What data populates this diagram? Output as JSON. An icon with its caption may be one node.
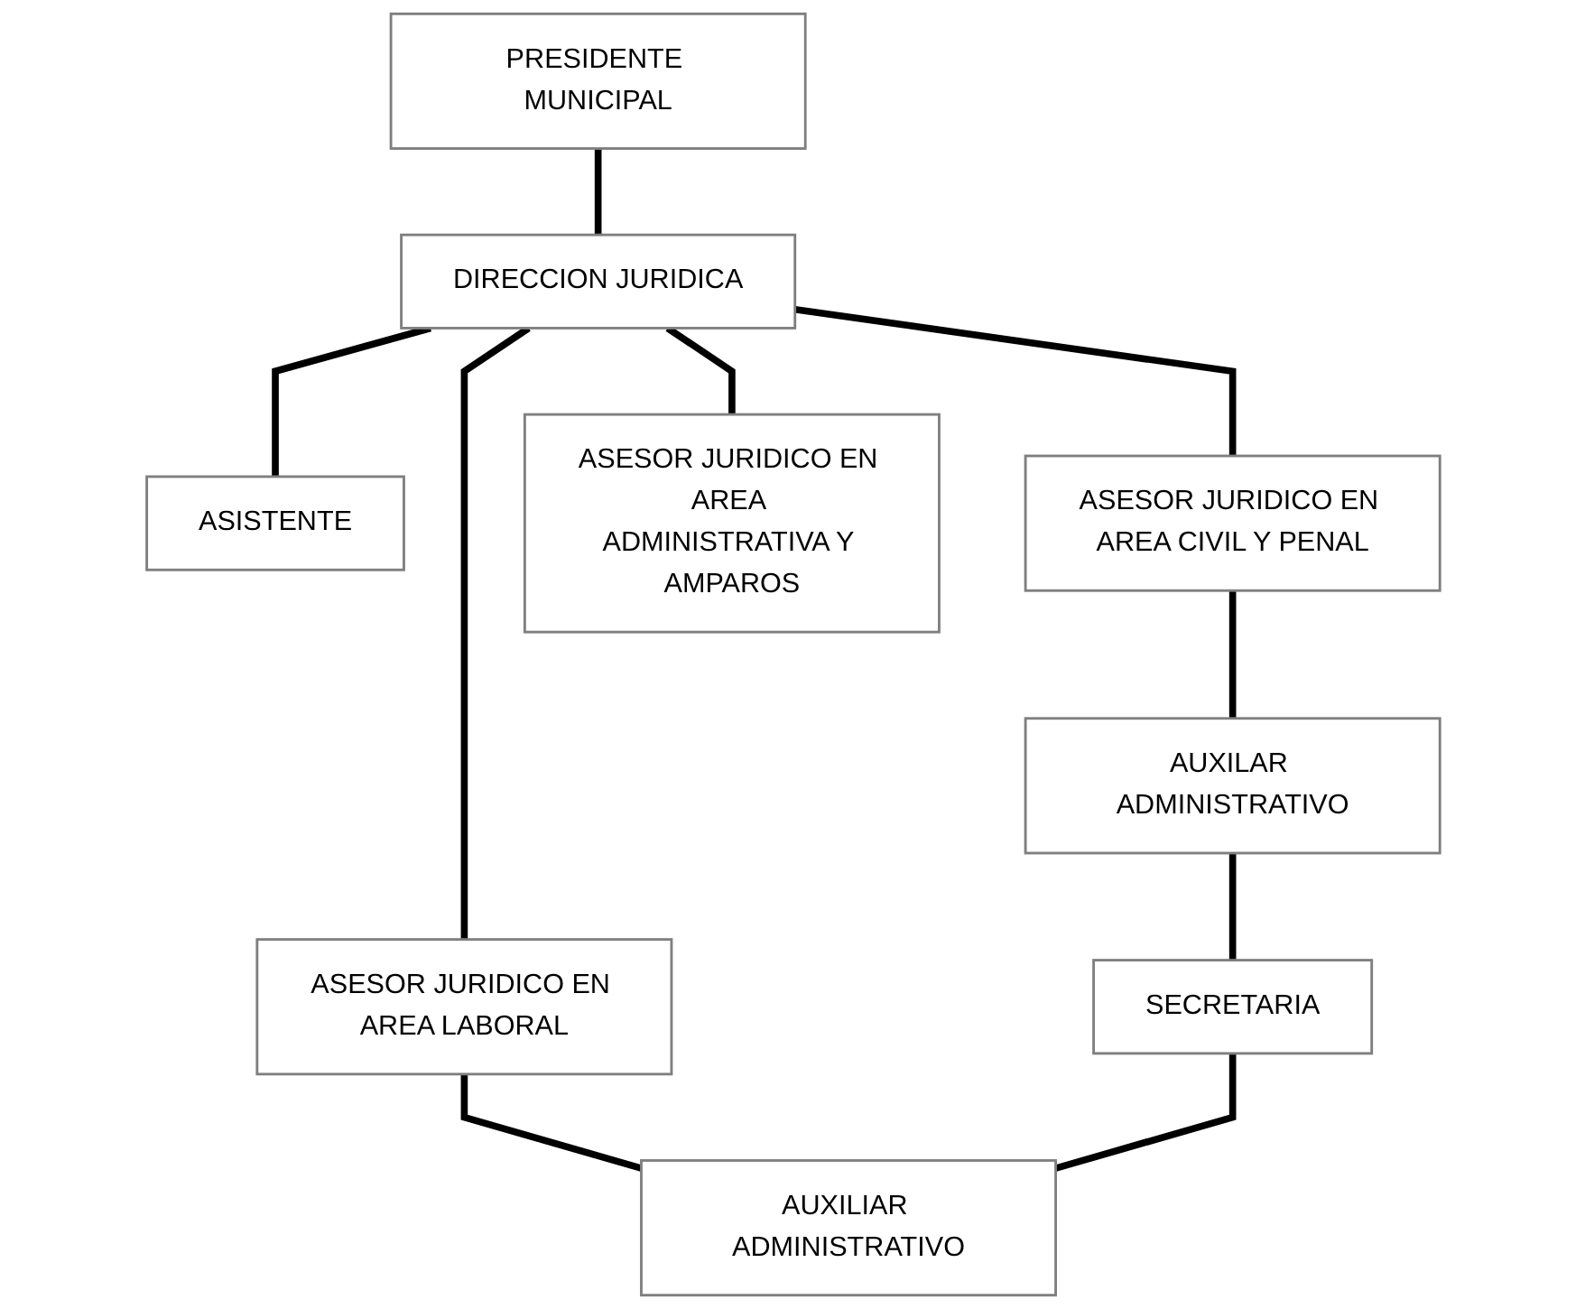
{
  "diagram": {
    "nodes": [
      {
        "text": [
          "PRESIDENTE MUNICIPAL"
        ]
      },
      {
        "text": [
          "DIRECCION JURIDICA"
        ]
      },
      {
        "text": [
          "ASISTENTE"
        ]
      },
      {
        "text": [
          "ASESOR JURIDICO EN AREA CIVIL Y PENAL"
        ]
      },
      {
        "text": [
          "ASESOR JURIDICO EN AREA ADMINISTRATIVA Y AMPAROS"
        ]
      },
      {
        "text": [
          "ASESOR JURIDICO EN AREA LABORAL"
        ]
      },
      {
        "text": [
          "AUXILAR ADMINISTRATIVO"
        ]
      },
      {
        "text": [
          "SECRETARIA"
        ]
      },
      {
        "text": [
          "AUXILIAR ADMINISTRATIVO"
        ]
      }
    ],
    "edges": [
      {
        "from": 0,
        "to": 1,
        "arrow": "none"
      },
      {
        "from": 1,
        "to": 2,
        "arrow": "none"
      },
      {
        "from": 1,
        "to": 3,
        "arrow": "none"
      },
      {
        "from": 1,
        "to": 4,
        "arrow": "none"
      },
      {
        "from": 1,
        "to": 5,
        "arrow": "none"
      },
      {
        "from": 3,
        "to": 6,
        "arrow": "none"
      },
      {
        "from": 5,
        "to": 8,
        "arrow": "none"
      },
      {
        "from": 6,
        "to": 7,
        "arrow": "none"
      },
      {
        "from": 7,
        "to": 8,
        "arrow": "none"
      }
    ]
  }
}
